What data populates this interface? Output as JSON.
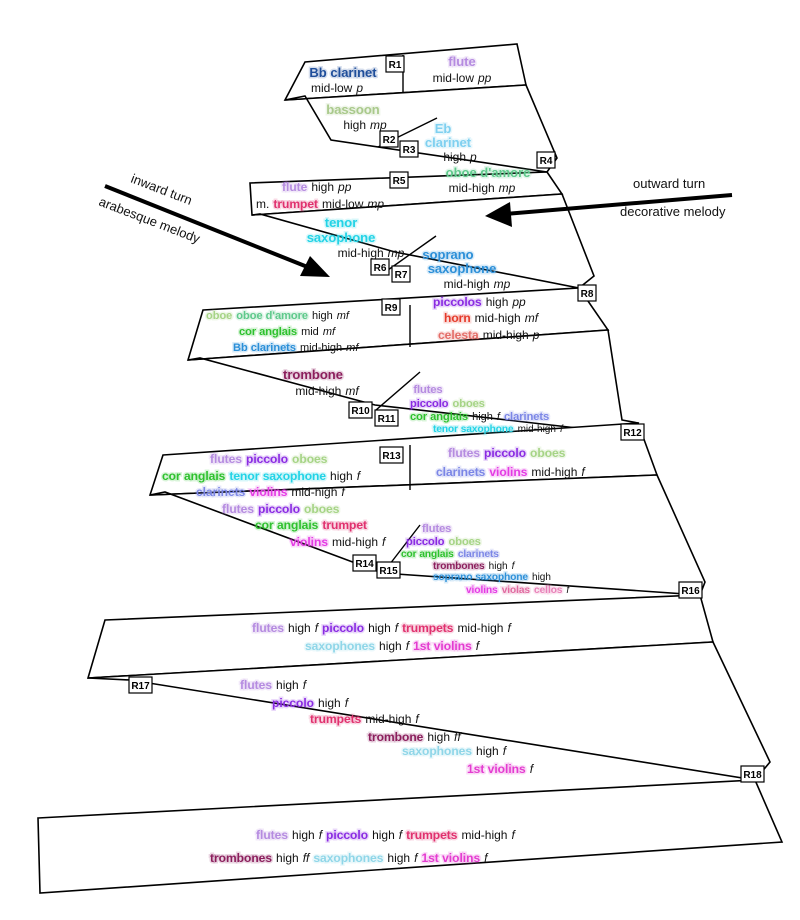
{
  "colors": {
    "bb_clarinet": "#1f4e9a",
    "flute": "#b58be0",
    "bassoon": "#a9c98b",
    "eb_clarinet": "#7fd0f0",
    "oboe_damore": "#5ec98b",
    "trumpet": "#e0306e",
    "tenor_sax": "#22d3e6",
    "soprano_sax": "#2b8fd8",
    "piccolo": "#8a2be2",
    "horn": "#e53a2a",
    "celesta": "#e46d68",
    "oboe": "#a6d486",
    "cor_anglais": "#2ec12e",
    "trombone": "#8b1e5c",
    "clarinets": "#7b86e6",
    "violins": "#e43be4",
    "violas": "#e06aa0",
    "cellos": "#e880b8",
    "saxophones": "#8fd6e8",
    "first_violins": "#e43bd0",
    "text": "#111111"
  },
  "annotations": {
    "inward_turn": "inward turn",
    "arabesque_melody": "arabesque melody",
    "outward_turn": "outward turn",
    "decorative_melody": "decorative melody"
  },
  "rehearsal_marks": [
    "R1",
    "R2",
    "R3",
    "R4",
    "R5",
    "R6",
    "R7",
    "R8",
    "R9",
    "R10",
    "R11",
    "R12",
    "R13",
    "R14",
    "R15",
    "R16",
    "R17",
    "R18"
  ],
  "segments": {
    "r1_left": [
      {
        "inst": "Bb clarinet",
        "color": "bb_clarinet"
      },
      {
        "dyn": "mid-low",
        "mark": "p"
      }
    ],
    "r1_right": [
      {
        "inst": "flute",
        "color": "flute"
      },
      {
        "dyn": "mid-low",
        "mark": "pp"
      }
    ],
    "r2": [
      {
        "inst": "bassoon",
        "color": "bassoon"
      },
      {
        "dyn": "high",
        "mark": "mp"
      }
    ],
    "r3": [
      {
        "inst": "Eb",
        "color": "eb_clarinet"
      },
      {
        "inst": "clarinet",
        "color": "eb_clarinet"
      },
      {
        "dyn": "high",
        "mark": "p"
      }
    ],
    "r4": [
      {
        "inst": "oboe d'amore",
        "color": "oboe_damore"
      },
      {
        "dyn": "mid-high",
        "mark": "mp"
      }
    ],
    "r5": {
      "flute": "flute",
      "flute_dyn": "high",
      "flute_mark": "pp",
      "prefix": "m.",
      "trumpet": "trumpet",
      "trumpet_dyn": "mid-low",
      "trumpet_mark": "mp"
    },
    "r6": [
      {
        "inst": "tenor",
        "color": "tenor_sax"
      },
      {
        "inst": "saxophone",
        "color": "tenor_sax"
      },
      {
        "dyn": "mid-high",
        "mark": "mp"
      }
    ],
    "r7": [
      {
        "inst": "soprano",
        "color": "soprano_sax"
      },
      {
        "inst": "saxophone",
        "color": "soprano_sax"
      },
      {
        "dyn": "mid-high",
        "mark": "mp"
      }
    ],
    "r8": {
      "piccolos": "piccolos",
      "piccolos_dyn": "high",
      "piccolos_mark": "pp",
      "horn": "horn",
      "horn_dyn": "mid-high",
      "horn_mark": "mf",
      "celesta": "celesta",
      "celesta_dyn": "mid-high",
      "celesta_mark": "p"
    },
    "r9": {
      "oboe": "oboe",
      "oboe_damore": "oboe d'amore",
      "line1_dyn": "high",
      "line1_mark": "mf",
      "cor_anglais": "cor anglais",
      "line2_dyn": "mid",
      "line2_mark": "mf",
      "bb_clarinets": "Bb clarinets",
      "line3_dyn": "mid-high",
      "line3_mark": "mf"
    },
    "r10": [
      {
        "inst": "trombone",
        "color": "trombone"
      },
      {
        "dyn": "mid-high",
        "mark": "mf"
      }
    ],
    "r11": {
      "flutes": "flutes",
      "piccolo": "piccolo",
      "oboes": "oboes",
      "cor_anglais": "cor anglais",
      "ca_dyn": "high",
      "ca_mark": "f",
      "clarinets": "clarinets",
      "tenor_sax": "tenor saxophone",
      "ts_dyn": "mid-high",
      "ts_mark": "f"
    },
    "r12": {
      "flutes": "flutes",
      "piccolo": "piccolo",
      "oboes": "oboes",
      "clarinets": "clarinets",
      "violins": "violins",
      "dyn": "mid-high",
      "mark": "f"
    },
    "r13": {
      "flutes": "flutes",
      "piccolo": "piccolo",
      "oboes": "oboes",
      "cor_anglais": "cor anglais",
      "tenor_sax": "tenor saxophone",
      "line2_dyn": "high",
      "line2_mark": "f",
      "clarinets": "clarinets",
      "violins": "violins",
      "line3_dyn": "mid-high",
      "line3_mark": "f"
    },
    "r14": {
      "flutes": "flutes",
      "piccolo": "piccolo",
      "oboes": "oboes",
      "cor_anglais": "cor anglais",
      "trumpet": "trumpet",
      "violins": "violins",
      "dyn": "mid-high",
      "mark": "f"
    },
    "r15": {
      "flutes": "flutes",
      "piccolo": "piccolo",
      "oboes": "oboes",
      "cor_anglais": "cor anglais",
      "clarinets": "clarinets",
      "trombones": "trombones",
      "tb_dyn": "high",
      "tb_mark": "f",
      "soprano_sax": "soprano saxophone",
      "ss_dyn": "high",
      "violins": "violins",
      "violas": "violas",
      "cellos": "cellos",
      "str_mark": "f"
    },
    "r16": {
      "flutes": "flutes",
      "fl_dyn": "high",
      "fl_mark": "f",
      "piccolo": "piccolo",
      "pic_dyn": "high",
      "pic_mark": "f",
      "trumpets": "trumpets",
      "tp_dyn": "mid-high",
      "tp_mark": "f",
      "saxophones": "saxophones",
      "sax_dyn": "high",
      "sax_mark": "f",
      "first_violins": "1st violins",
      "vn_mark": "f"
    },
    "r17": {
      "flutes": "flutes",
      "fl_dyn": "high",
      "fl_mark": "f",
      "piccolo": "piccolo",
      "pic_dyn": "high",
      "pic_mark": "f",
      "trumpets": "trumpets",
      "tp_dyn": "mid-high",
      "tp_mark": "f",
      "trombone": "trombone",
      "tb_dyn": "high",
      "tb_mark": "ff",
      "saxophones": "saxophones",
      "sax_dyn": "high",
      "sax_mark": "f",
      "first_violins": "1st violins",
      "vn_mark": "f"
    },
    "r18": {
      "flutes": "flutes",
      "fl_dyn": "high",
      "fl_mark": "f",
      "piccolo": "piccolo",
      "pic_dyn": "high",
      "pic_mark": "f",
      "trumpets": "trumpets",
      "tp_dyn": "mid-high",
      "tp_mark": "f",
      "trombones": "trombones",
      "tb_dyn": "high",
      "tb_mark": "ff",
      "saxophones": "saxophones",
      "sax_dyn": "high",
      "sax_mark": "f",
      "first_violins": "1st violins",
      "vn_mark": "f"
    }
  }
}
